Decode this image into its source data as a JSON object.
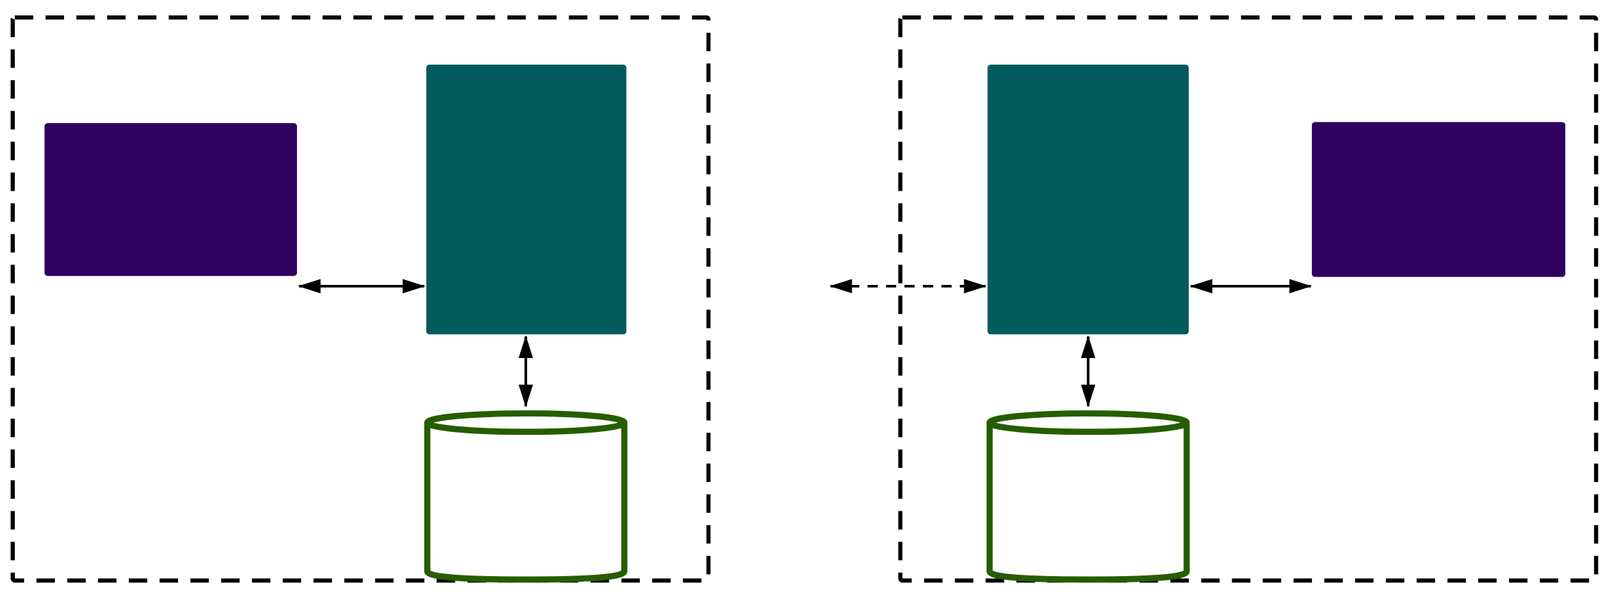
{
  "colors": {
    "client_box": "#30005e",
    "server_box": "#025b5c",
    "database": "#255d00",
    "lines": "#000000",
    "background": "#ffffff"
  },
  "groups": [
    {
      "name": "left-system",
      "nodes": [
        "client",
        "server",
        "database"
      ]
    },
    {
      "name": "right-system",
      "nodes": [
        "server",
        "client",
        "database"
      ]
    }
  ],
  "connections": [
    {
      "from": "left-client",
      "to": "left-server",
      "style": "solid",
      "direction": "bidirectional"
    },
    {
      "from": "left-server",
      "to": "left-database",
      "style": "solid",
      "direction": "bidirectional"
    },
    {
      "from": "left-server",
      "to": "right-server",
      "style": "dashed",
      "direction": "bidirectional"
    },
    {
      "from": "right-server",
      "to": "right-client",
      "style": "solid",
      "direction": "bidirectional"
    },
    {
      "from": "right-server",
      "to": "right-database",
      "style": "solid",
      "direction": "bidirectional"
    }
  ]
}
